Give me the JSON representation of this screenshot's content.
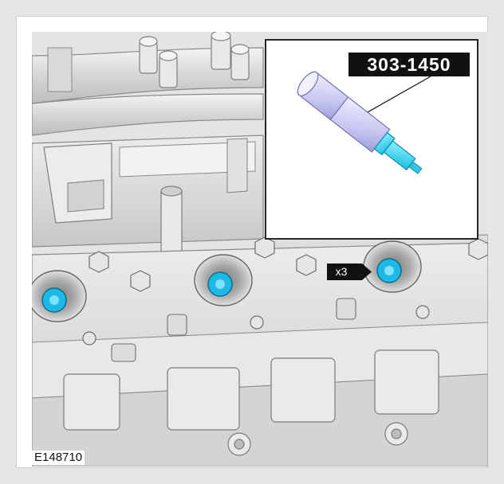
{
  "figure": {
    "id_label": "E148710",
    "tool_number": "303-1450",
    "quantity_label": "x3"
  },
  "colors": {
    "tool_body": "#c9c9f5",
    "tool_tip": "#33d6f0",
    "highlight_part": "#1eb8e6",
    "engine_metal": "#dcdcdc",
    "label_background": "#111111"
  }
}
